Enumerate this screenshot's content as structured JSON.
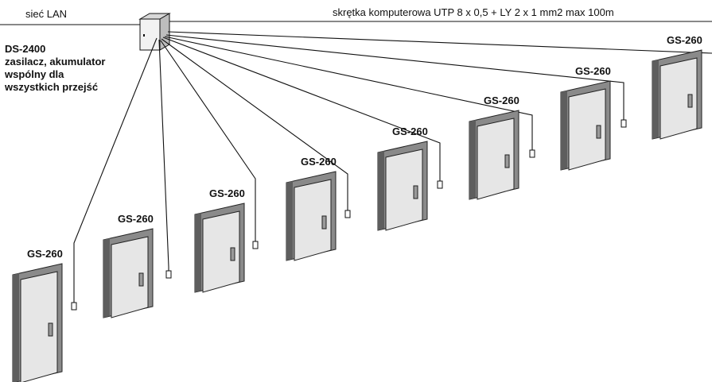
{
  "top_labels": {
    "lan": "sieć LAN",
    "cable": "skrętka komputerowa UTP 8 x 0,5  + LY 2 x 1 mm2  max 100m"
  },
  "controller": {
    "name": "DS-2400",
    "description_lines": [
      "zasilacz, akumulator",
      "wspólny dla",
      "wszystkich przejść"
    ]
  },
  "doors": [
    {
      "label": "GS-260"
    },
    {
      "label": "GS-260"
    },
    {
      "label": "GS-260"
    },
    {
      "label": "GS-260"
    },
    {
      "label": "GS-260"
    },
    {
      "label": "GS-260"
    },
    {
      "label": "GS-260"
    },
    {
      "label": "GS-260"
    }
  ],
  "colors": {
    "line": "#111111",
    "door_frame": "#8a8a8a",
    "door_frame_shadow": "#5e5e5e",
    "door_leaf": "#e6e6e6",
    "controller_box": "#f2f2f2"
  }
}
